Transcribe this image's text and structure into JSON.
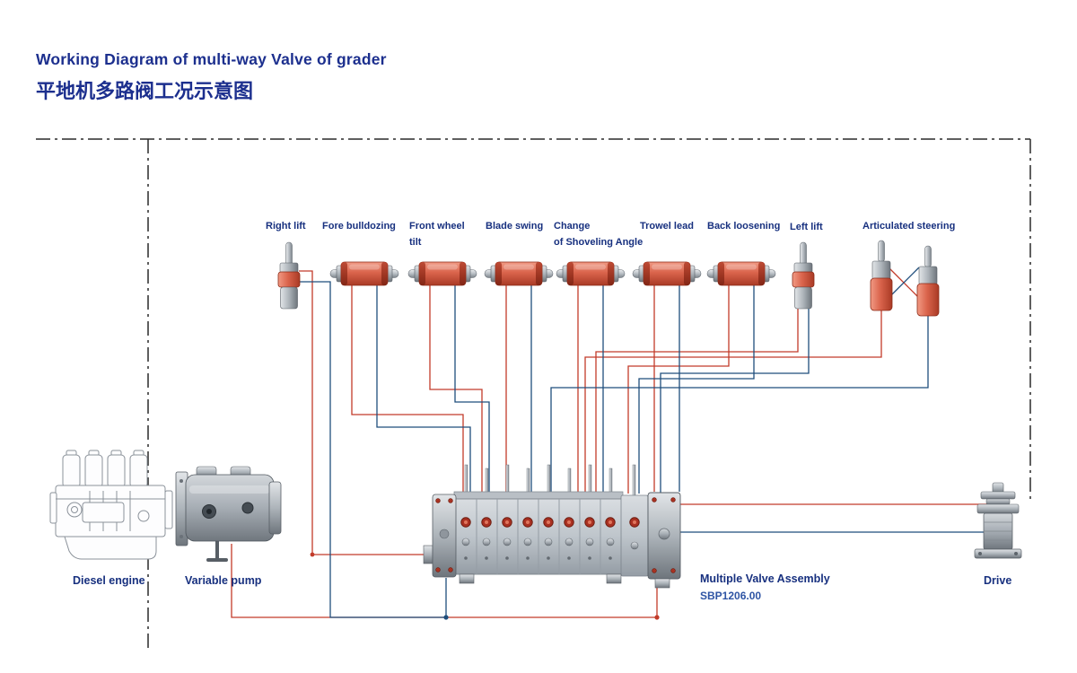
{
  "page": {
    "title_en": "Working Diagram of multi-way Valve of grader",
    "title_zh": "平地机多路阀工况示意图"
  },
  "colors": {
    "title_blue": "#1c2f8e",
    "label_blue": "#17307f",
    "cylinder_red": "#d8604a",
    "pipe_red": "#c23b2a",
    "pipe_blue": "#1f4e7c",
    "metal_gray": "#a8afb6"
  },
  "cylinders": [
    {
      "id": "right-lift",
      "label": "Right lift"
    },
    {
      "id": "fore-bulldozing",
      "label": "Fore bulldozing"
    },
    {
      "id": "front-wheel-tilt",
      "label_line1": "Front wheel",
      "label_line2": "tilt"
    },
    {
      "id": "blade-swing",
      "label": "Blade swing"
    },
    {
      "id": "change-of-shoveling-angle",
      "label_line1": "Change",
      "label_line2": "of Shoveling Angle"
    },
    {
      "id": "trowel-lead",
      "label": "Trowel lead"
    },
    {
      "id": "back-loosening",
      "label": "Back loosening"
    },
    {
      "id": "left-lift",
      "label": "Left lift"
    },
    {
      "id": "articulated-steering",
      "label": "Articulated steering"
    }
  ],
  "components": {
    "diesel_engine": "Diesel engine",
    "variable_pump": "Variable pump",
    "valve_assembly_name": "Multiple Valve Assembly",
    "valve_assembly_model": "SBP1206.00",
    "drive": "Drive"
  }
}
